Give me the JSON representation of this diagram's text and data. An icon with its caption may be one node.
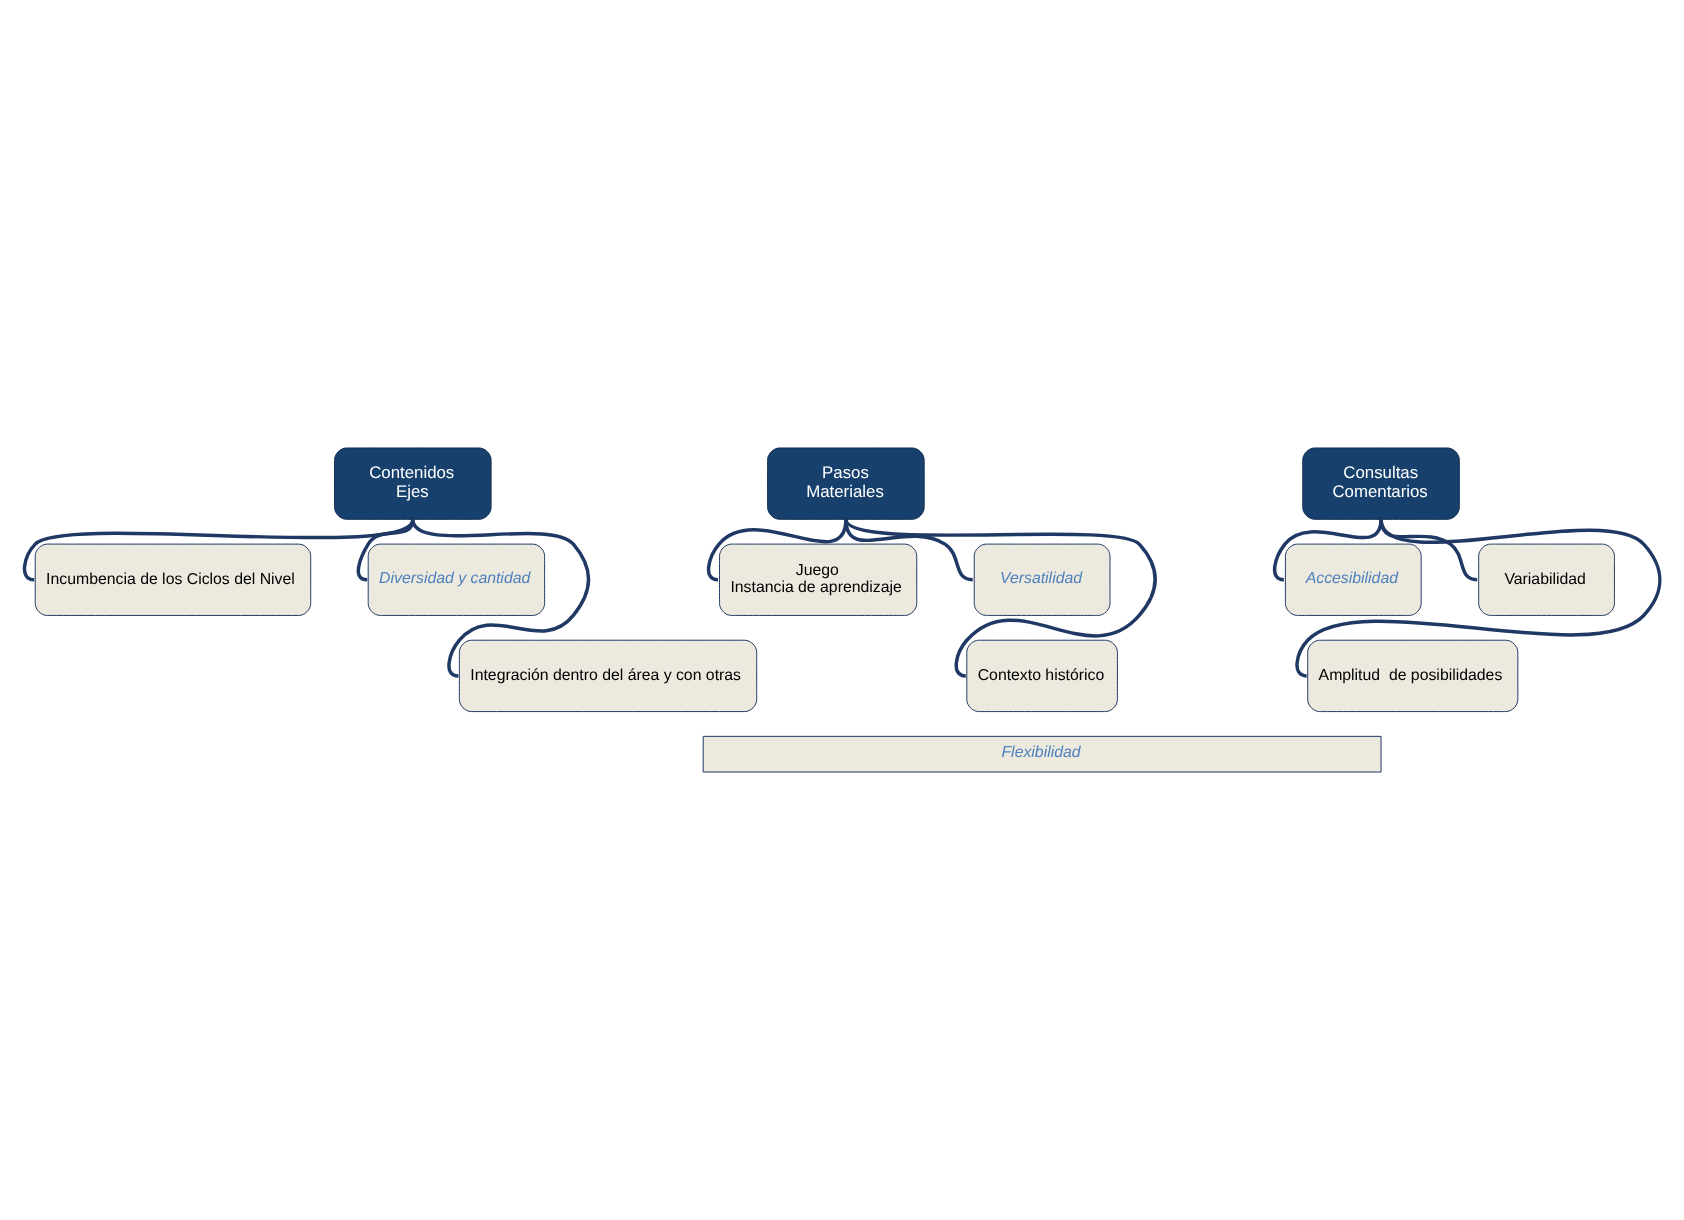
{
  "diagram": {
    "nodes": [
      {
        "text": [
          "Contenidos",
          "Ejes"
        ]
      },
      {
        "text": [
          "Incumbencia de los Ciclos del Nivel"
        ]
      },
      {
        "text": [
          "Diversidad y cantidad"
        ]
      },
      {
        "text": [
          "Integración dentro del área y con otras"
        ]
      },
      {
        "text": [
          "Pasos",
          "Materiales"
        ]
      },
      {
        "text": [
          "Juego",
          "Instancia de aprendizaje"
        ]
      },
      {
        "text": [
          "Versatilidad"
        ]
      },
      {
        "text": [
          "Contexto histórico"
        ]
      },
      {
        "text": [
          "Consultas",
          "Comentarios"
        ]
      },
      {
        "text": [
          "Accesibilidad"
        ]
      },
      {
        "text": [
          "Variabilidad"
        ]
      },
      {
        "text": [
          "Amplitud  de posibilidades"
        ]
      },
      {
        "text": [
          "Flexibilidad"
        ]
      }
    ],
    "edges": [
      {
        "from": 0,
        "to": 1,
        "arrow": "none"
      },
      {
        "from": 0,
        "to": 2,
        "arrow": "none"
      },
      {
        "from": 0,
        "to": 3,
        "arrow": "none"
      },
      {
        "from": 4,
        "to": 5,
        "arrow": "none"
      },
      {
        "from": 4,
        "to": 6,
        "arrow": "none"
      },
      {
        "from": 4,
        "to": 7,
        "arrow": "none"
      },
      {
        "from": 8,
        "to": 9,
        "arrow": "none"
      },
      {
        "from": 8,
        "to": 10,
        "arrow": "none"
      },
      {
        "from": 8,
        "to": 11,
        "arrow": "none"
      }
    ]
  }
}
